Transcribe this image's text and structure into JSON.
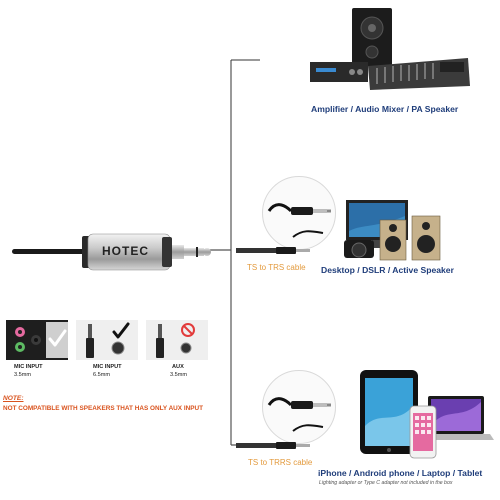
{
  "device": {
    "brand": "HOTEC"
  },
  "outputs": [
    {
      "label": "Amplifier / Audio Mixer / PA Speaker",
      "cable": ""
    },
    {
      "label": "Desktop / DSLR / Active Speaker",
      "cable": "TS to TRS cable"
    },
    {
      "label": "iPhone / Android phone / Laptop / Tablet",
      "cable": "TS to TRRS cable",
      "disclaimer": "Lighting adapter or Type C adapter not included in the box"
    }
  ],
  "inputs": [
    {
      "name": "MIC INPUT",
      "size": "3.5mm",
      "status": "compatible"
    },
    {
      "name": "MIC INPUT",
      "size": "6.5mm",
      "status": "compatible"
    },
    {
      "name": "AUX",
      "size": "3.5mm",
      "status": "not-compatible"
    }
  ],
  "note": {
    "label": "NOTE:",
    "text": "NOT COMPATIBLE WITH SPEAKERS THAT HAS ONLY AUX INPUT"
  },
  "colors": {
    "accent_blue": "#1f3d7a",
    "accent_orange": "#e39a3d",
    "warning": "#d9531e"
  }
}
